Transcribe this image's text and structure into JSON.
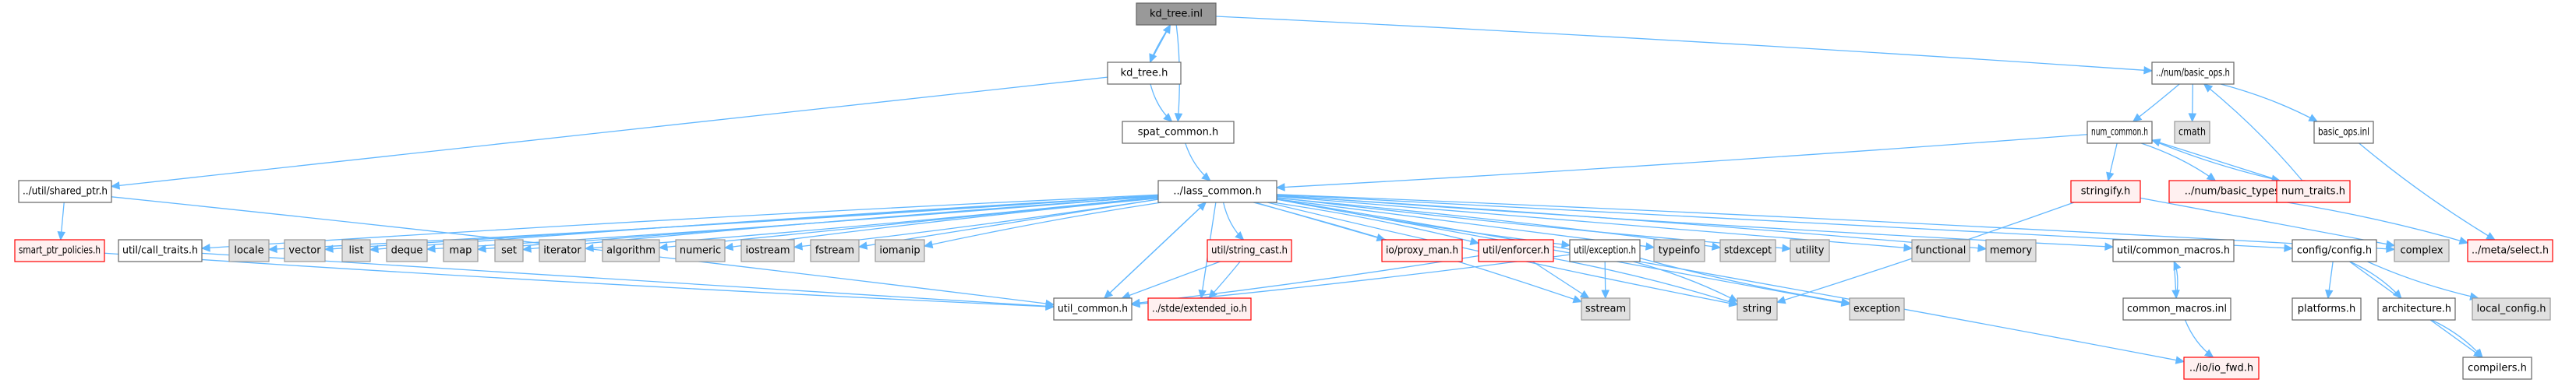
{
  "diagram": {
    "type": "include-dependency-graph",
    "nodes": [
      {
        "id": "kd_tree_inl",
        "label": "kd_tree.inl",
        "kind": "current"
      },
      {
        "id": "kd_tree_h",
        "label": "kd_tree.h",
        "kind": "normal"
      },
      {
        "id": "spat_common_h",
        "label": "spat_common.h",
        "kind": "normal"
      },
      {
        "id": "util_shared_ptr_h",
        "label": "../util/shared_ptr.h",
        "kind": "normal"
      },
      {
        "id": "smart_ptr_policies_h",
        "label": "smart_ptr_policies.h",
        "kind": "missing"
      },
      {
        "id": "lass_common_h",
        "label": "../lass_common.h",
        "kind": "normal"
      },
      {
        "id": "util_call_traits_h",
        "label": "util/call_traits.h",
        "kind": "normal"
      },
      {
        "id": "locale",
        "label": "locale",
        "kind": "system"
      },
      {
        "id": "vector",
        "label": "vector",
        "kind": "system"
      },
      {
        "id": "list",
        "label": "list",
        "kind": "system"
      },
      {
        "id": "deque",
        "label": "deque",
        "kind": "system"
      },
      {
        "id": "map",
        "label": "map",
        "kind": "system"
      },
      {
        "id": "set",
        "label": "set",
        "kind": "system"
      },
      {
        "id": "iterator",
        "label": "iterator",
        "kind": "system"
      },
      {
        "id": "algorithm",
        "label": "algorithm",
        "kind": "system"
      },
      {
        "id": "numeric",
        "label": "numeric",
        "kind": "system"
      },
      {
        "id": "iostream",
        "label": "iostream",
        "kind": "system"
      },
      {
        "id": "fstream",
        "label": "fstream",
        "kind": "system"
      },
      {
        "id": "iomanip",
        "label": "iomanip",
        "kind": "system"
      },
      {
        "id": "util_string_cast_h",
        "label": "util/string_cast.h",
        "kind": "missing"
      },
      {
        "id": "io_proxy_man_h",
        "label": "io/proxy_man.h",
        "kind": "missing"
      },
      {
        "id": "util_enforcer_h",
        "label": "util/enforcer.h",
        "kind": "missing"
      },
      {
        "id": "util_exception_h",
        "label": "util/exception.h",
        "kind": "normal"
      },
      {
        "id": "typeinfo",
        "label": "typeinfo",
        "kind": "system"
      },
      {
        "id": "stdexcept",
        "label": "stdexcept",
        "kind": "system"
      },
      {
        "id": "utility",
        "label": "utility",
        "kind": "system"
      },
      {
        "id": "functional",
        "label": "functional",
        "kind": "system"
      },
      {
        "id": "memory",
        "label": "memory",
        "kind": "system"
      },
      {
        "id": "util_common_macros_h",
        "label": "util/common_macros.h",
        "kind": "normal"
      },
      {
        "id": "config_config_h",
        "label": "config/config.h",
        "kind": "normal"
      },
      {
        "id": "complex",
        "label": "complex",
        "kind": "system"
      },
      {
        "id": "meta_select_h",
        "label": "../meta/select.h",
        "kind": "missing"
      },
      {
        "id": "util_common_h",
        "label": "util_common.h",
        "kind": "normal"
      },
      {
        "id": "stde_extended_io_h",
        "label": "../stde/extended_io.h",
        "kind": "missing"
      },
      {
        "id": "sstream",
        "label": "sstream",
        "kind": "system"
      },
      {
        "id": "string",
        "label": "string",
        "kind": "system"
      },
      {
        "id": "exception",
        "label": "exception",
        "kind": "system"
      },
      {
        "id": "common_macros_inl",
        "label": "common_macros.inl",
        "kind": "normal"
      },
      {
        "id": "io_io_fwd_h",
        "label": "../io/io_fwd.h",
        "kind": "missing"
      },
      {
        "id": "platforms_h",
        "label": "platforms.h",
        "kind": "normal"
      },
      {
        "id": "architecture_h",
        "label": "architecture.h",
        "kind": "normal"
      },
      {
        "id": "local_config_h",
        "label": "local_config.h",
        "kind": "system"
      },
      {
        "id": "compilers_h",
        "label": "compilers.h",
        "kind": "normal"
      },
      {
        "id": "num_basic_ops_h",
        "label": "../num/basic_ops.h",
        "kind": "normal"
      },
      {
        "id": "num_common_h",
        "label": "num_common.h",
        "kind": "normal"
      },
      {
        "id": "cmath",
        "label": "cmath",
        "kind": "system"
      },
      {
        "id": "basic_ops_inl",
        "label": "basic_ops.inl",
        "kind": "normal"
      },
      {
        "id": "stringify_h",
        "label": "stringify.h",
        "kind": "missing"
      },
      {
        "id": "num_basic_types_h",
        "label": "../num/basic_types.h",
        "kind": "missing"
      },
      {
        "id": "num_traits_h",
        "label": "num_traits.h",
        "kind": "missing"
      }
    ],
    "edges": [
      [
        "kd_tree_inl",
        "kd_tree_h"
      ],
      [
        "kd_tree_h",
        "kd_tree_inl"
      ],
      [
        "kd_tree_inl",
        "spat_common_h"
      ],
      [
        "kd_tree_h",
        "spat_common_h"
      ],
      [
        "kd_tree_h",
        "util_shared_ptr_h"
      ],
      [
        "kd_tree_inl",
        "num_basic_ops_h"
      ],
      [
        "spat_common_h",
        "lass_common_h"
      ],
      [
        "util_shared_ptr_h",
        "smart_ptr_policies_h"
      ],
      [
        "util_shared_ptr_h",
        "util_common_h"
      ],
      [
        "smart_ptr_policies_h",
        "util_common_h"
      ],
      [
        "util_call_traits_h",
        "util_common_h"
      ],
      [
        "lass_common_h",
        "util_call_traits_h"
      ],
      [
        "lass_common_h",
        "locale"
      ],
      [
        "lass_common_h",
        "vector"
      ],
      [
        "lass_common_h",
        "list"
      ],
      [
        "lass_common_h",
        "deque"
      ],
      [
        "lass_common_h",
        "map"
      ],
      [
        "lass_common_h",
        "set"
      ],
      [
        "lass_common_h",
        "iterator"
      ],
      [
        "lass_common_h",
        "algorithm"
      ],
      [
        "lass_common_h",
        "numeric"
      ],
      [
        "lass_common_h",
        "iostream"
      ],
      [
        "lass_common_h",
        "fstream"
      ],
      [
        "lass_common_h",
        "iomanip"
      ],
      [
        "lass_common_h",
        "util_string_cast_h"
      ],
      [
        "lass_common_h",
        "io_proxy_man_h"
      ],
      [
        "lass_common_h",
        "util_enforcer_h"
      ],
      [
        "lass_common_h",
        "util_exception_h"
      ],
      [
        "lass_common_h",
        "typeinfo"
      ],
      [
        "lass_common_h",
        "stdexcept"
      ],
      [
        "lass_common_h",
        "utility"
      ],
      [
        "lass_common_h",
        "functional"
      ],
      [
        "lass_common_h",
        "memory"
      ],
      [
        "lass_common_h",
        "util_common_macros_h"
      ],
      [
        "lass_common_h",
        "config_config_h"
      ],
      [
        "lass_common_h",
        "complex"
      ],
      [
        "lass_common_h",
        "util_common_h"
      ],
      [
        "lass_common_h",
        "stde_extended_io_h"
      ],
      [
        "lass_common_h",
        "sstream"
      ],
      [
        "lass_common_h",
        "string"
      ],
      [
        "lass_common_h",
        "exception"
      ],
      [
        "lass_common_h",
        "io_io_fwd_h"
      ],
      [
        "util_common_h",
        "lass_common_h"
      ],
      [
        "util_string_cast_h",
        "util_common_h"
      ],
      [
        "util_string_cast_h",
        "stde_extended_io_h"
      ],
      [
        "util_enforcer_h",
        "util_common_h"
      ],
      [
        "util_enforcer_h",
        "sstream"
      ],
      [
        "util_enforcer_h",
        "string"
      ],
      [
        "util_exception_h",
        "util_common_h"
      ],
      [
        "util_exception_h",
        "sstream"
      ],
      [
        "util_exception_h",
        "string"
      ],
      [
        "util_exception_h",
        "exception"
      ],
      [
        "util_common_macros_h",
        "common_macros_inl"
      ],
      [
        "common_macros_inl",
        "util_common_macros_h"
      ],
      [
        "common_macros_inl",
        "io_io_fwd_h"
      ],
      [
        "config_config_h",
        "platforms_h"
      ],
      [
        "config_config_h",
        "architecture_h"
      ],
      [
        "config_config_h",
        "local_config_h"
      ],
      [
        "config_config_h",
        "compilers_h"
      ],
      [
        "architecture_h",
        "compilers_h"
      ],
      [
        "num_basic_ops_h",
        "num_common_h"
      ],
      [
        "num_basic_ops_h",
        "cmath"
      ],
      [
        "num_basic_ops_h",
        "basic_ops_inl"
      ],
      [
        "num_common_h",
        "lass_common_h"
      ],
      [
        "num_common_h",
        "stringify_h"
      ],
      [
        "num_common_h",
        "num_basic_types_h"
      ],
      [
        "num_common_h",
        "num_traits_h"
      ],
      [
        "num_traits_h",
        "num_common_h"
      ],
      [
        "num_traits_h",
        "num_basic_ops_h"
      ],
      [
        "stringify_h",
        "string"
      ],
      [
        "stringify_h",
        "complex"
      ],
      [
        "num_basic_types_h",
        "meta_select_h"
      ],
      [
        "basic_ops_inl",
        "meta_select_h"
      ]
    ]
  }
}
